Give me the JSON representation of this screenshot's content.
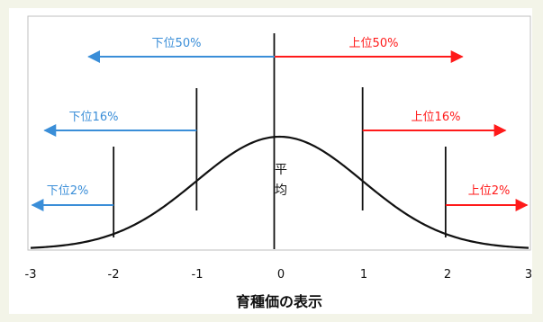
{
  "colors": {
    "background": "#f3f4e8",
    "panel": "#ffffff",
    "lower": "#3a8ed8",
    "upper": "#ff1a1a",
    "curve": "#111111"
  },
  "chart_data": {
    "type": "line",
    "curve": "standard normal density",
    "xlabel": "育種価の表示",
    "ylabel": "",
    "title": "",
    "xlim": [
      -3,
      3
    ],
    "xticks": [
      "-3",
      "-2",
      "-1",
      "0",
      "1",
      "2",
      "3"
    ],
    "mean_label": [
      "平",
      "均"
    ],
    "markers": [
      {
        "x": -2,
        "label": "下位2%",
        "side": "lower"
      },
      {
        "x": -1,
        "label": "下位16%",
        "side": "lower"
      },
      {
        "x": 0,
        "label": "下位50%",
        "side": "lower"
      },
      {
        "x": 0,
        "label": "上位50%",
        "side": "upper"
      },
      {
        "x": 1,
        "label": "上位16%",
        "side": "upper"
      },
      {
        "x": 2,
        "label": "上位2%",
        "side": "upper"
      }
    ]
  }
}
